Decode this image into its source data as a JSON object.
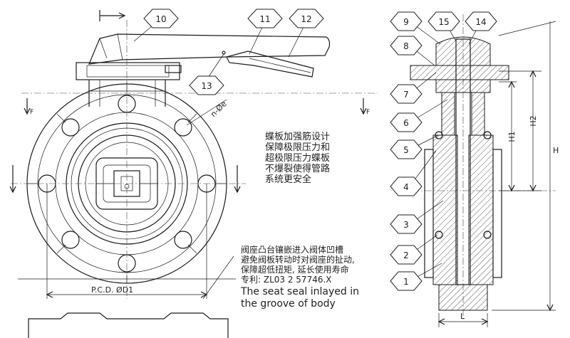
{
  "balloons": [
    "1",
    "2",
    "3",
    "4",
    "5",
    "6",
    "7",
    "8",
    "9",
    "10",
    "11",
    "12",
    "13",
    "14",
    "15"
  ],
  "dimensions": {
    "h": "H",
    "h1": "H1",
    "h2": "H2",
    "l": "L",
    "n_phi_e": "n-Øe",
    "pcd": "P.C.D. ØD1",
    "section_f": "F"
  },
  "notes": {
    "rib_cn": [
      "蝶板加强筋设计",
      "保障极限压力和",
      "超极限压力蝶板",
      "不爆裂使得管路",
      "系统更安全"
    ],
    "seat_cn": [
      "阀座凸台镶嵌进入阀体凹槽",
      "避免阀板转动时对阀座的扯动,",
      "保障超低扭矩, 延长使用寿命",
      "专利: ZL03 2 57746.X"
    ],
    "seat_en": [
      "The seat seal inlayed in",
      "the groove of body"
    ]
  }
}
